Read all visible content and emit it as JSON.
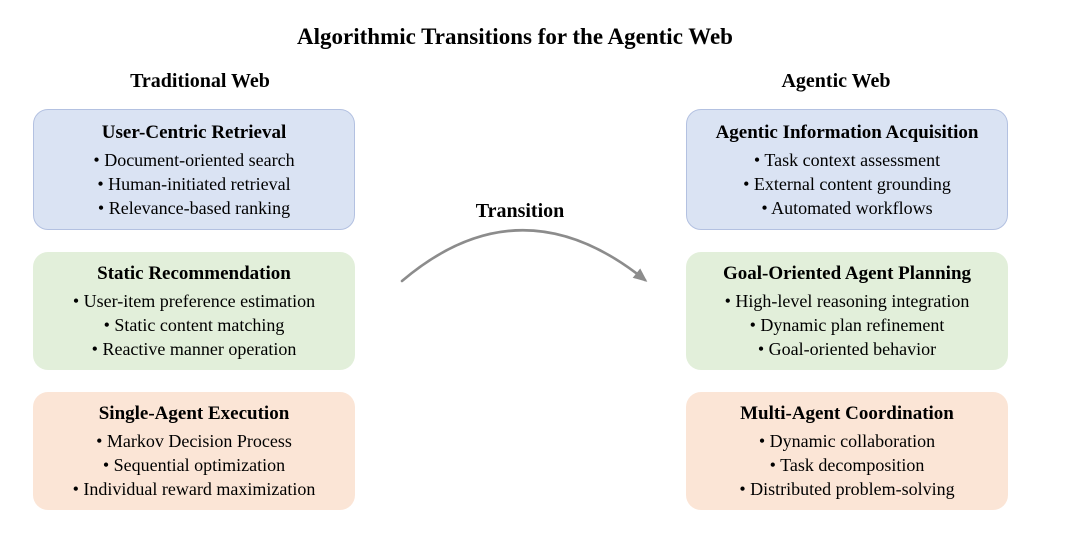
{
  "title": "Algorithmic Transitions for the Agentic Web",
  "transition_label": "Transition",
  "bullet_char": "•",
  "columns": [
    {
      "header": "Traditional Web",
      "boxes": [
        {
          "title": "User-Centric Retrieval",
          "color": "blue",
          "bullets": [
            "• Document-oriented search",
            "• Human-initiated retrieval",
            "• Relevance-based ranking"
          ]
        },
        {
          "title": "Static Recommendation",
          "color": "green",
          "bullets": [
            "• User-item preference estimation",
            "• Static content matching",
            "• Reactive manner operation"
          ]
        },
        {
          "title": "Single-Agent Execution",
          "color": "orange",
          "bullets": [
            "• Markov Decision Process",
            "• Sequential optimization",
            "• Individual reward maximization"
          ]
        }
      ]
    },
    {
      "header": "Agentic Web",
      "boxes": [
        {
          "title": "Agentic Information Acquisition",
          "color": "blue",
          "bullets": [
            "• Task context assessment",
            "• External content grounding",
            "• Automated workflows"
          ]
        },
        {
          "title": "Goal-Oriented Agent Planning",
          "color": "green",
          "bullets": [
            "• High-level reasoning integration",
            "• Dynamic plan refinement",
            "• Goal-oriented behavior"
          ]
        },
        {
          "title": "Multi-Agent Coordination",
          "color": "orange",
          "bullets": [
            "• Dynamic collaboration",
            "• Task decomposition",
            "• Distributed problem-solving"
          ]
        }
      ]
    }
  ],
  "colors": {
    "blue_fill": "#dae3f3",
    "blue_border": "#b3c1e1",
    "green_fill": "#e2efda",
    "orange_fill": "#fbe5d6",
    "arrow_color": "#8c8c8c",
    "text_color": "#000000",
    "background": "#ffffff"
  }
}
